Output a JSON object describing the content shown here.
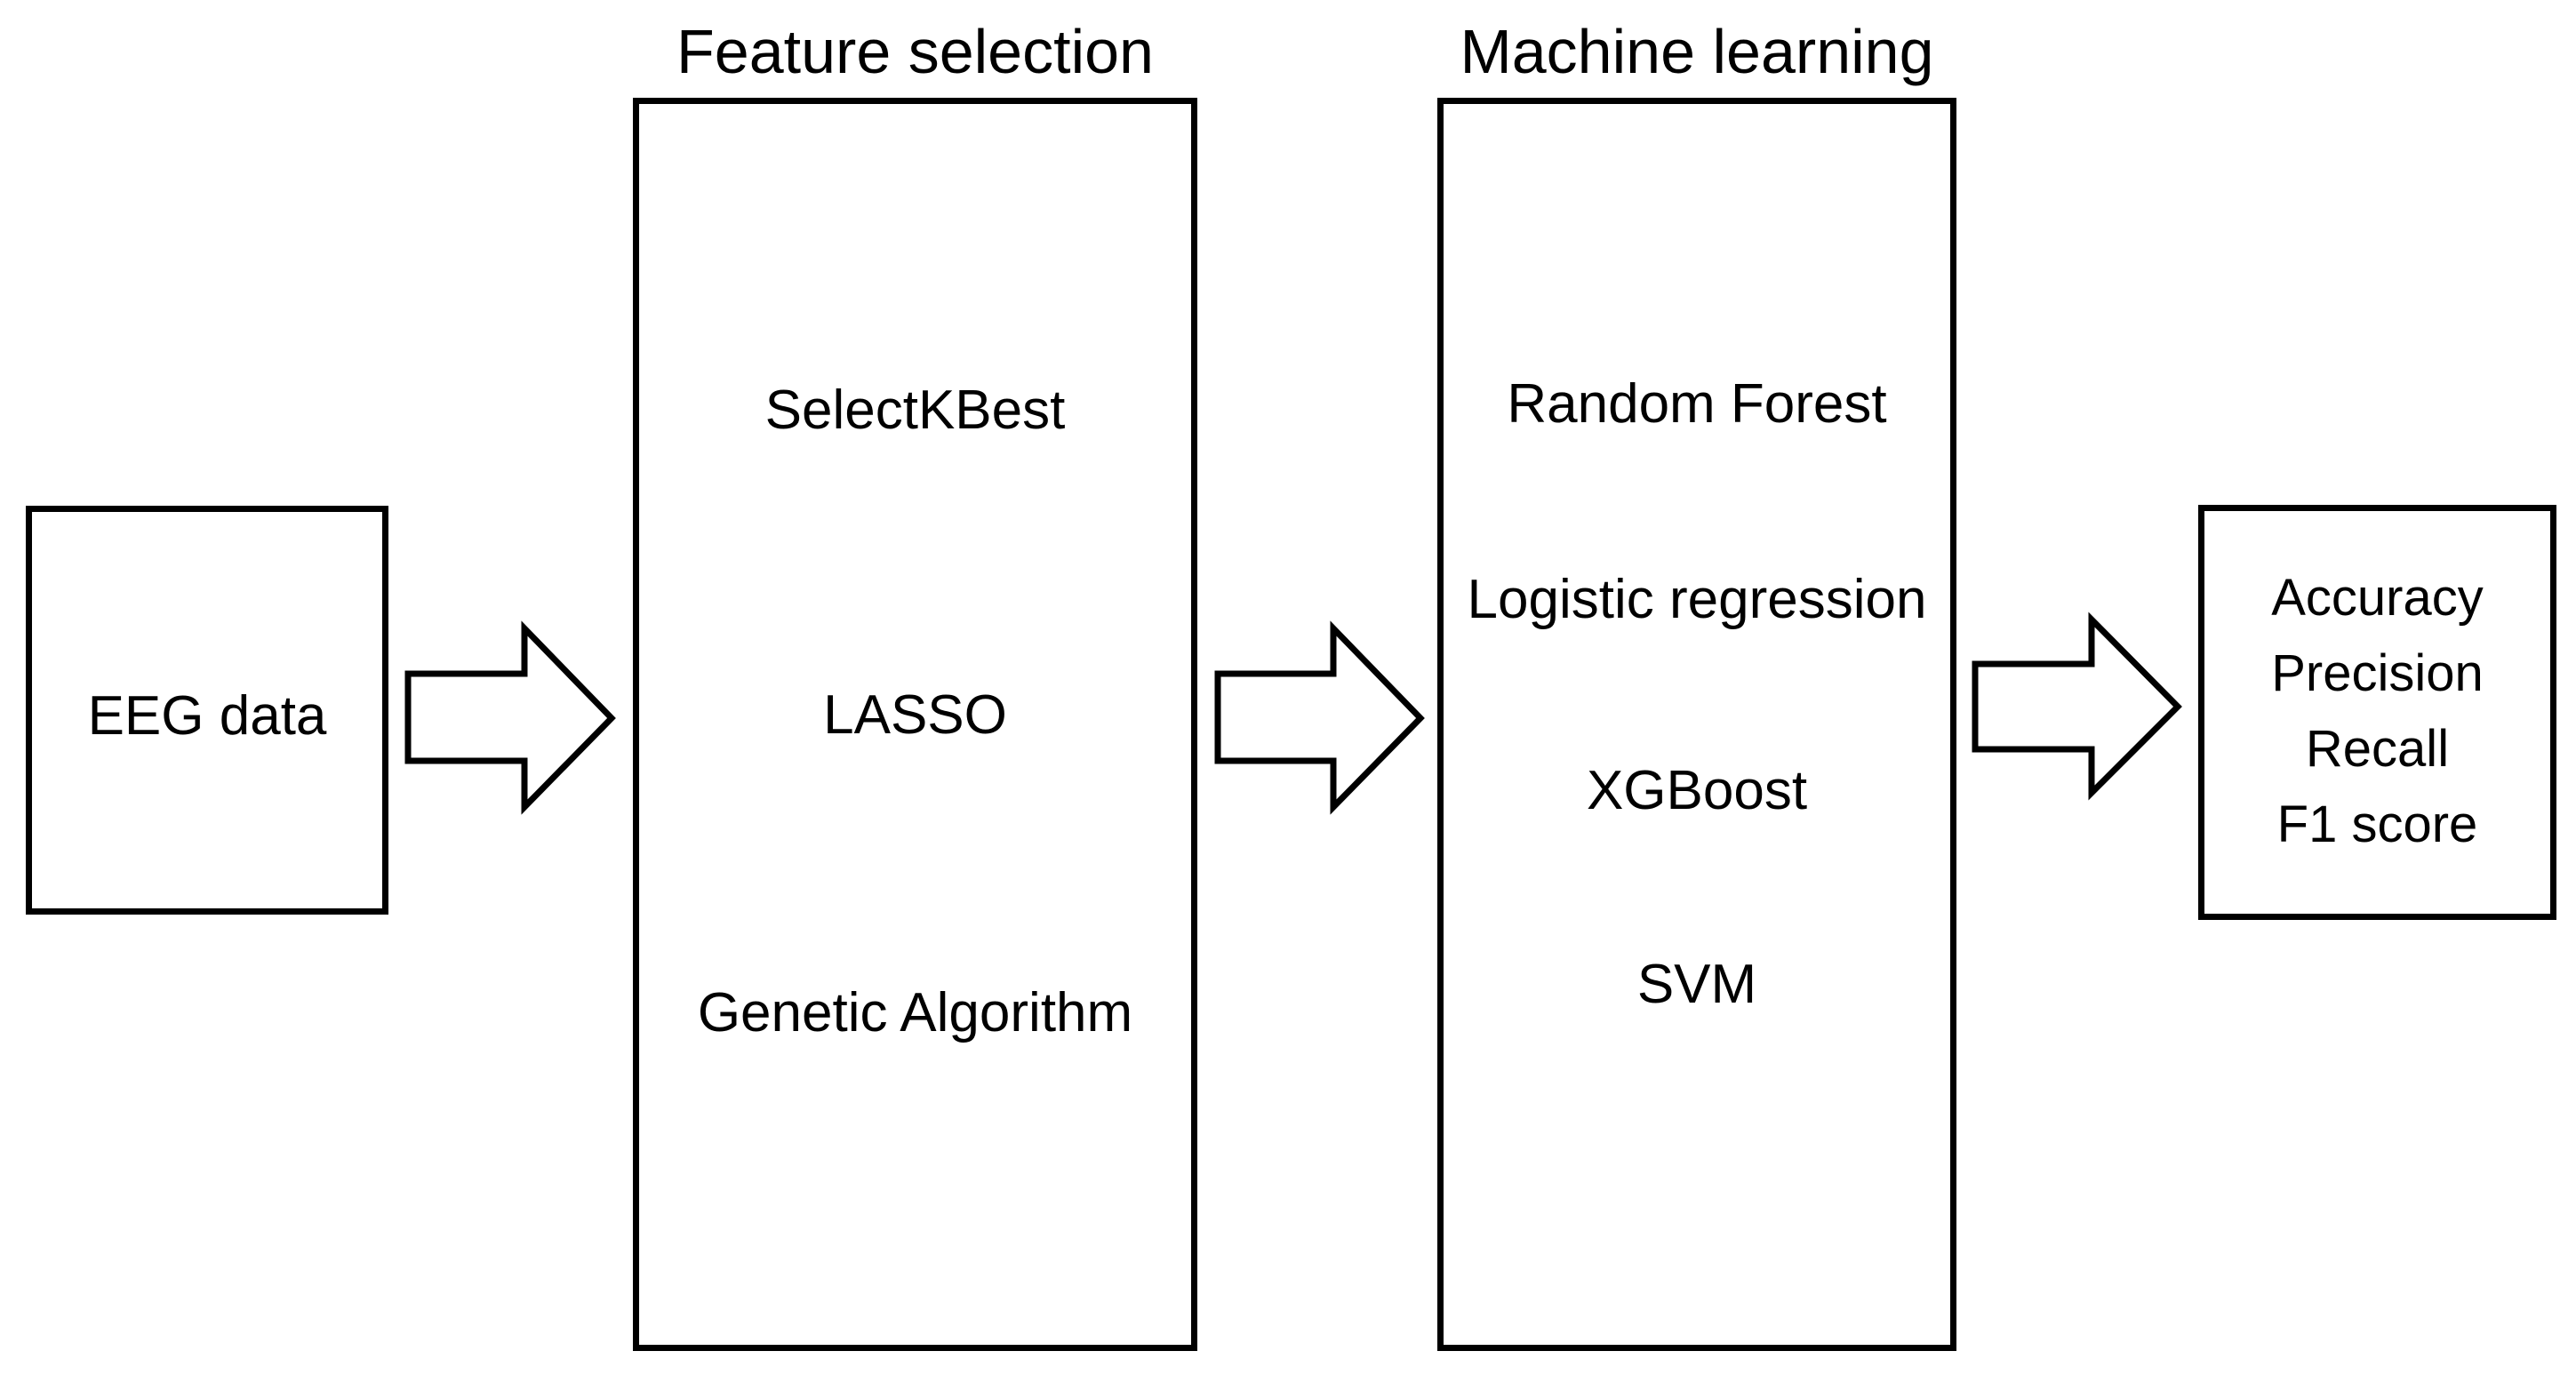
{
  "diagram": {
    "input": {
      "label": "EEG data"
    },
    "feature_selection": {
      "title": "Feature selection",
      "items": [
        "SelectKBest",
        "LASSO",
        "Genetic Algorithm"
      ]
    },
    "machine_learning": {
      "title": "Machine learning",
      "items": [
        "Random Forest",
        "Logistic regression",
        "XGBoost",
        "SVM"
      ]
    },
    "results": {
      "items": [
        "Accuracy",
        "Precision",
        "Recall",
        "F1 score"
      ]
    },
    "colors": {
      "stroke": "#000000",
      "background": "#ffffff",
      "text": "#000000"
    }
  }
}
